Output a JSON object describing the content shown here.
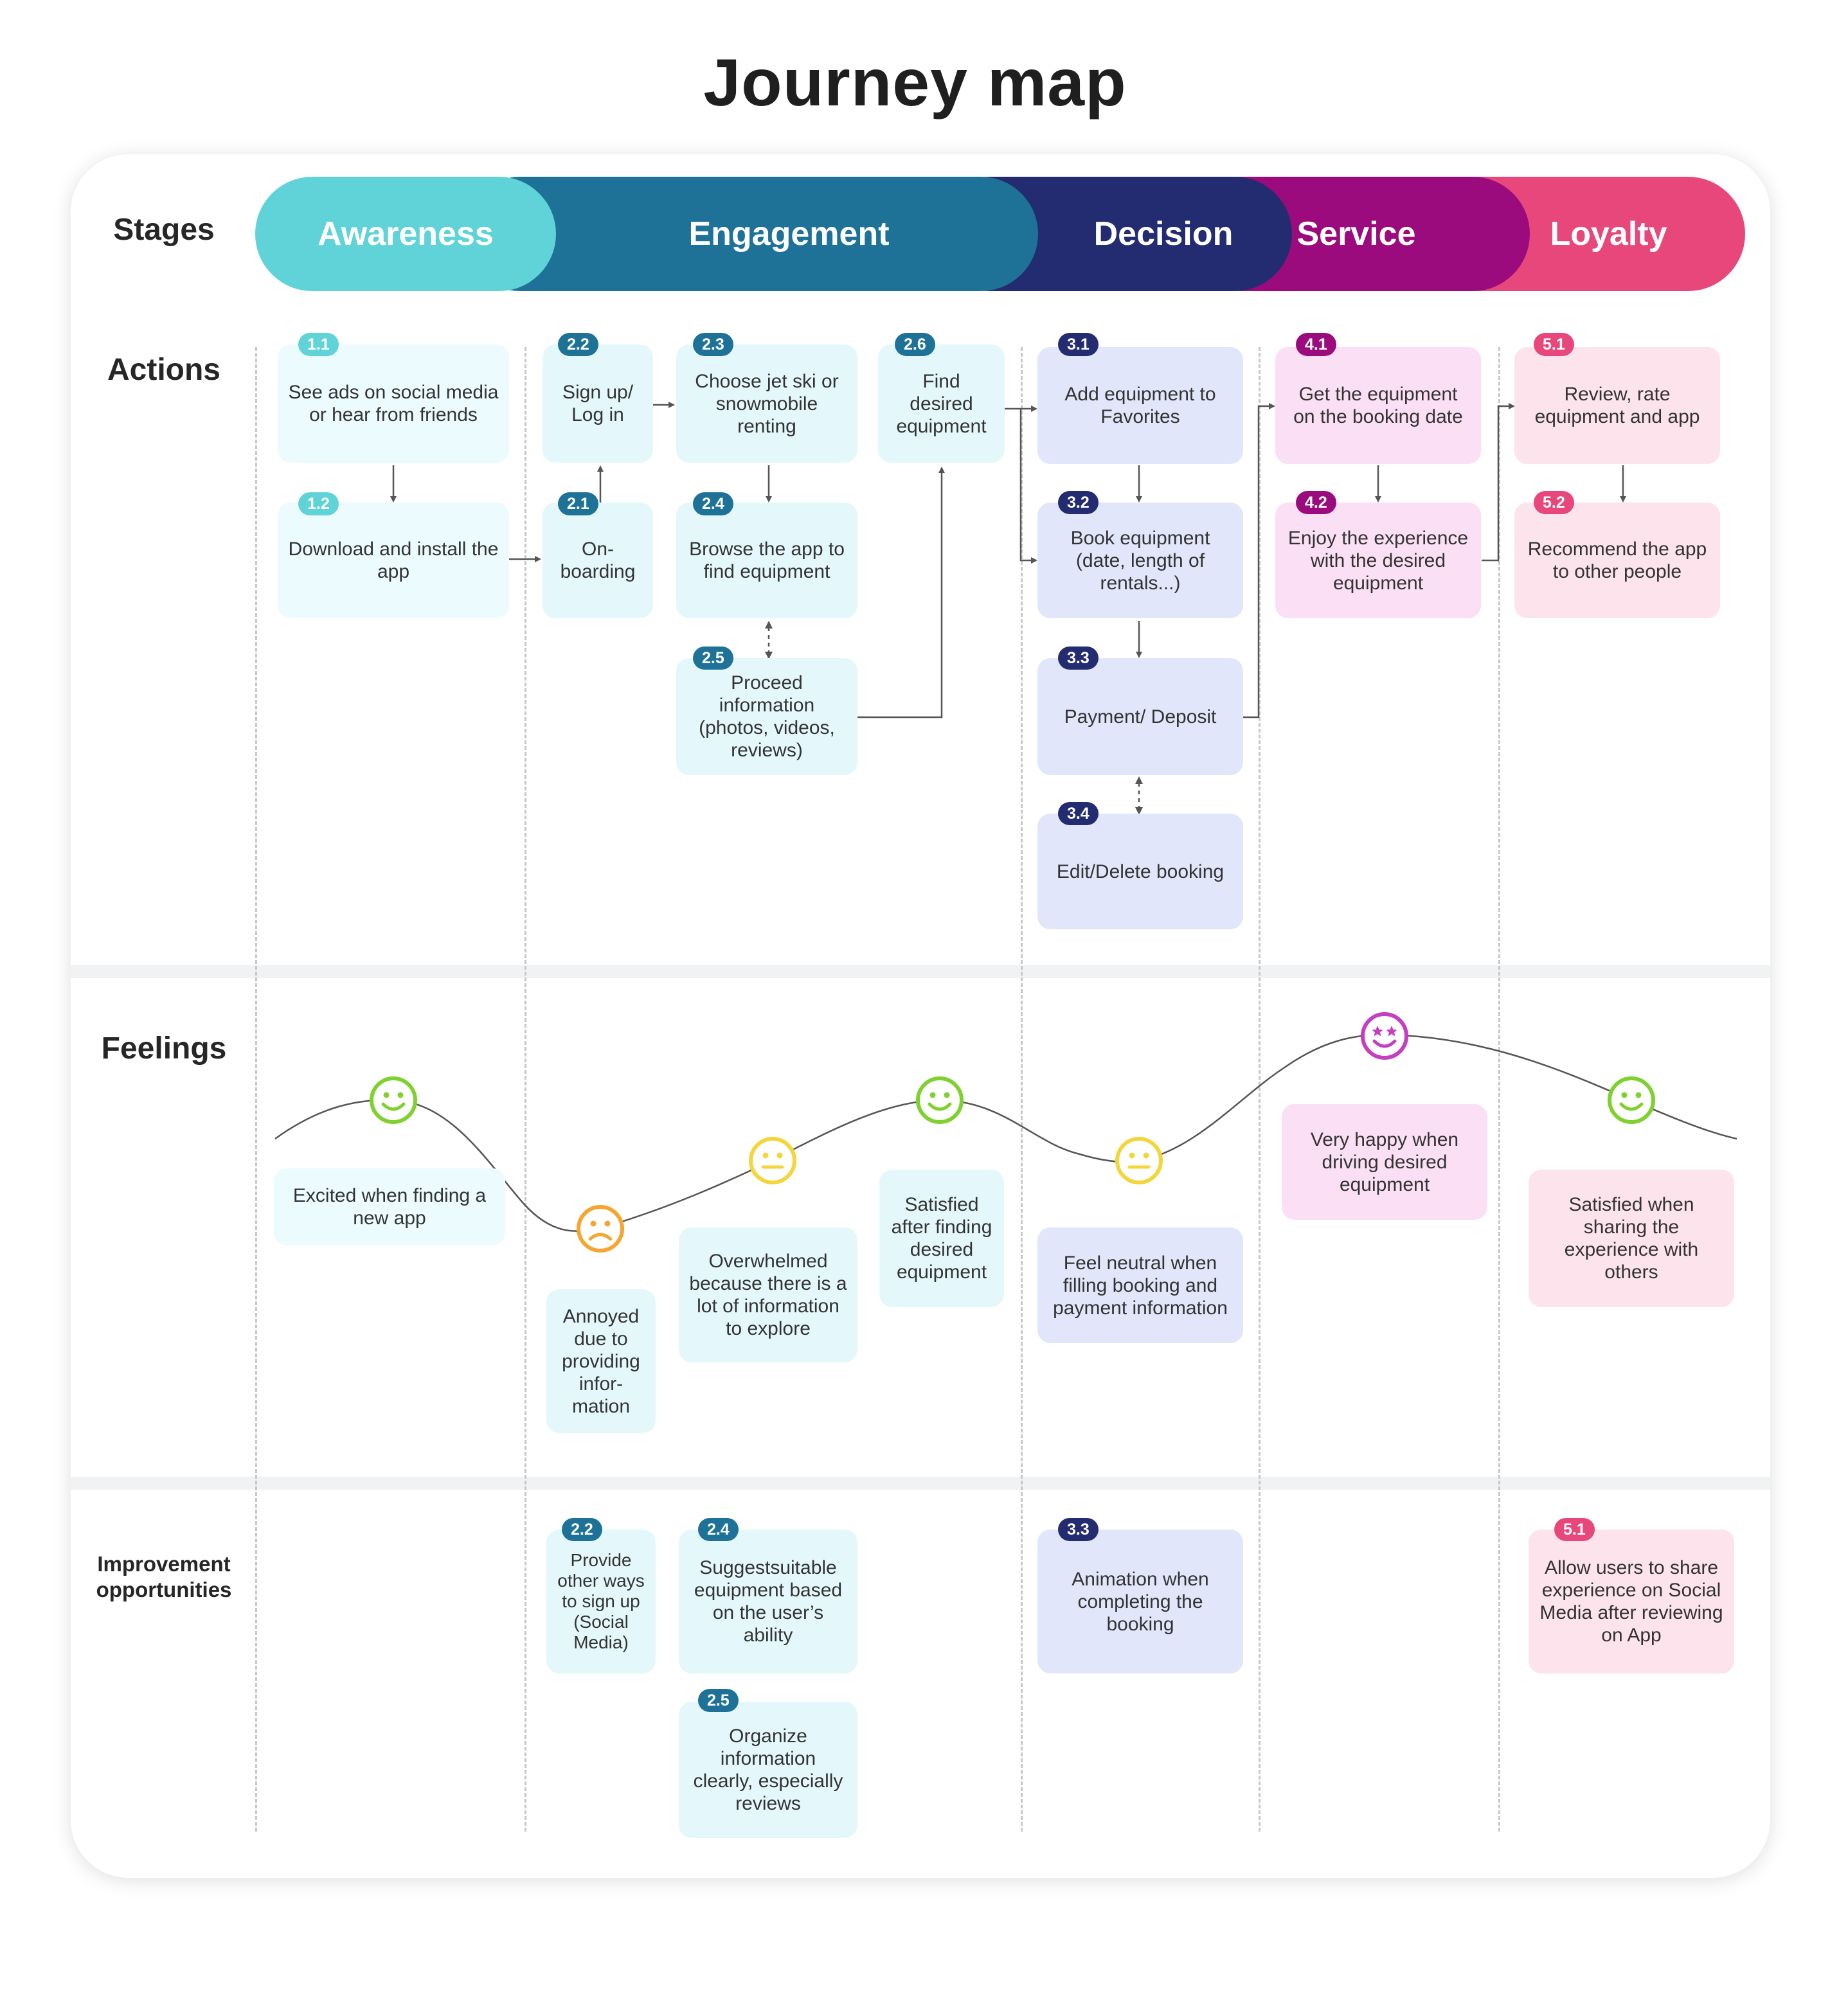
{
  "title": "Journey map",
  "row_labels": {
    "stages": "Stages",
    "actions": "Actions",
    "feelings": "Feelings",
    "improvements": "Improvement opportunities"
  },
  "colors": {
    "awareness": "#5fd3d8",
    "engagement": "#1e7298",
    "decision": "#232c70",
    "service": "#9b0b7e",
    "loyalty": "#e7477a"
  },
  "stages": [
    "Awareness",
    "Engagement",
    "Decision",
    "Service",
    "Loyalty"
  ],
  "actions": {
    "a11": {
      "num": "1.1",
      "text": "See ads on social media or hear from friends"
    },
    "a12": {
      "num": "1.2",
      "text": "Download and install the app"
    },
    "a22": {
      "num": "2.2",
      "text": "Sign up/ Log in"
    },
    "a21": {
      "num": "2.1",
      "text": "On-boarding"
    },
    "a23": {
      "num": "2.3",
      "text": "Choose jet ski or snowmobile renting"
    },
    "a24": {
      "num": "2.4",
      "text": "Browse the app to find equipment"
    },
    "a25": {
      "num": "2.5",
      "text": "Proceed information (photos, videos, reviews)"
    },
    "a26": {
      "num": "2.6",
      "text": "Find desired equipment"
    },
    "a31": {
      "num": "3.1",
      "text": "Add equipment to Favorites"
    },
    "a32": {
      "num": "3.2",
      "text": "Book equipment (date, length of rentals...)"
    },
    "a33": {
      "num": "3.3",
      "text": "Payment/ Deposit"
    },
    "a34": {
      "num": "3.4",
      "text": "Edit/Delete booking"
    },
    "a41": {
      "num": "4.1",
      "text": "Get the equipment on the booking date"
    },
    "a42": {
      "num": "4.2",
      "text": "Enjoy the experience with the desired equipment"
    },
    "a51": {
      "num": "5.1",
      "text": "Review, rate equipment and app"
    },
    "a52": {
      "num": "5.2",
      "text": "Recommend the app to other people"
    }
  },
  "feelings": {
    "f1": {
      "text": "Excited when finding a new app",
      "face": "happy-face"
    },
    "f2": {
      "text": "Annoyed due to providing infor- mation",
      "face": "sad-face"
    },
    "f3": {
      "text": "Overwhelmed because there is a lot of information to explore",
      "face": "neutral-face"
    },
    "f4": {
      "text": "Satisfied after finding desired equipment",
      "face": "happy-face"
    },
    "f5": {
      "text": "Feel neutral when filling booking and payment information",
      "face": "neutral-face"
    },
    "f6": {
      "text": "Very happy when driving desired equipment",
      "face": "star-eyes-face"
    },
    "f7": {
      "text": "Satisfied when sharing the experience with others",
      "face": "happy-face"
    }
  },
  "improvements": {
    "i22": {
      "num": "2.2",
      "text": "Provide other ways to sign up (Social Media)"
    },
    "i24": {
      "num": "2.4",
      "text": "Suggestsuitable equipment based on the user’s ability"
    },
    "i25": {
      "num": "2.5",
      "text": "Organize information clearly, especially reviews"
    },
    "i33": {
      "num": "3.3",
      "text": "Animation when completing the booking"
    },
    "i51": {
      "num": "5.1",
      "text": "Allow users to share experience on Social Media after reviewing on App"
    }
  }
}
